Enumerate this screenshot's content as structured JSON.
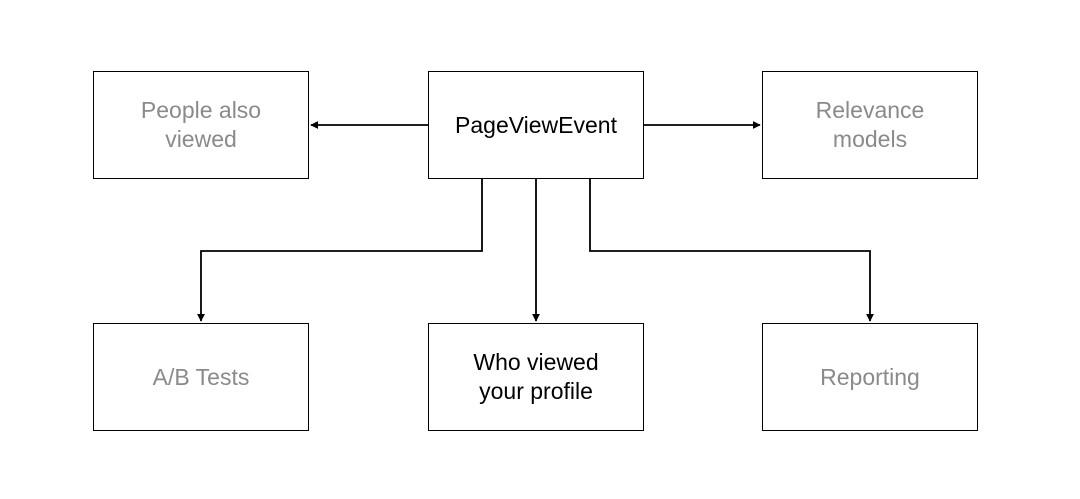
{
  "diagram": {
    "center": {
      "label": "PageViewEvent",
      "color": "#000000"
    },
    "targets": [
      {
        "id": "people_also_viewed",
        "label": "People also\nviewed",
        "color": "#8a8a8a"
      },
      {
        "id": "relevance_models",
        "label": "Relevance\nmodels",
        "color": "#8a8a8a"
      },
      {
        "id": "ab_tests",
        "label": "A/B Tests",
        "color": "#8a8a8a"
      },
      {
        "id": "who_viewed_profile",
        "label": "Who viewed\nyour profile",
        "color": "#000000"
      },
      {
        "id": "reporting",
        "label": "Reporting",
        "color": "#8a8a8a"
      }
    ],
    "edges": [
      {
        "from": "PageViewEvent",
        "to": "People also viewed"
      },
      {
        "from": "PageViewEvent",
        "to": "Relevance models"
      },
      {
        "from": "PageViewEvent",
        "to": "A/B Tests"
      },
      {
        "from": "PageViewEvent",
        "to": "Who viewed your profile"
      },
      {
        "from": "PageViewEvent",
        "to": "Reporting"
      }
    ],
    "line_color": "#000000"
  }
}
